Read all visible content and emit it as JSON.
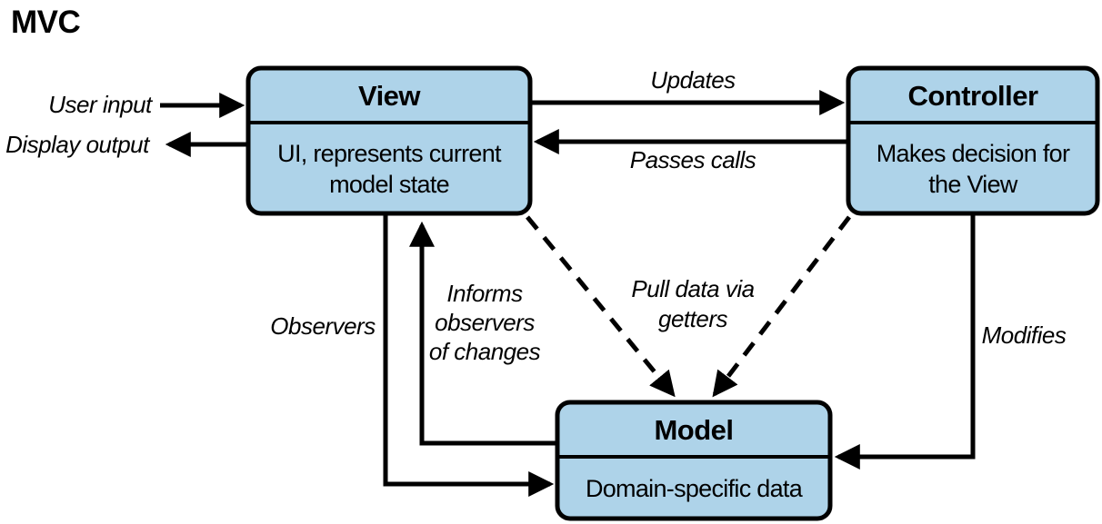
{
  "title": "MVC",
  "nodes": {
    "view": {
      "title": "View",
      "body_line1": "UI, represents current",
      "body_line2": "model state"
    },
    "controller": {
      "title": "Controller",
      "body_line1": "Makes decision for",
      "body_line2": "the View"
    },
    "model": {
      "title": "Model",
      "body_line1": "Domain-specific data"
    }
  },
  "edges": {
    "user_input": "User input",
    "display_output": "Display output",
    "updates": "Updates",
    "passes_calls": "Passes calls",
    "observers": "Observers",
    "informs_line1": "Informs",
    "informs_line2": "observers",
    "informs_line3": "of changes",
    "pull_data_line1": "Pull data via",
    "pull_data_line2": "getters",
    "modifies": "Modifies"
  },
  "colors": {
    "node_fill": "#AED3E9",
    "node_border": "#000000",
    "arrow": "#000000"
  }
}
